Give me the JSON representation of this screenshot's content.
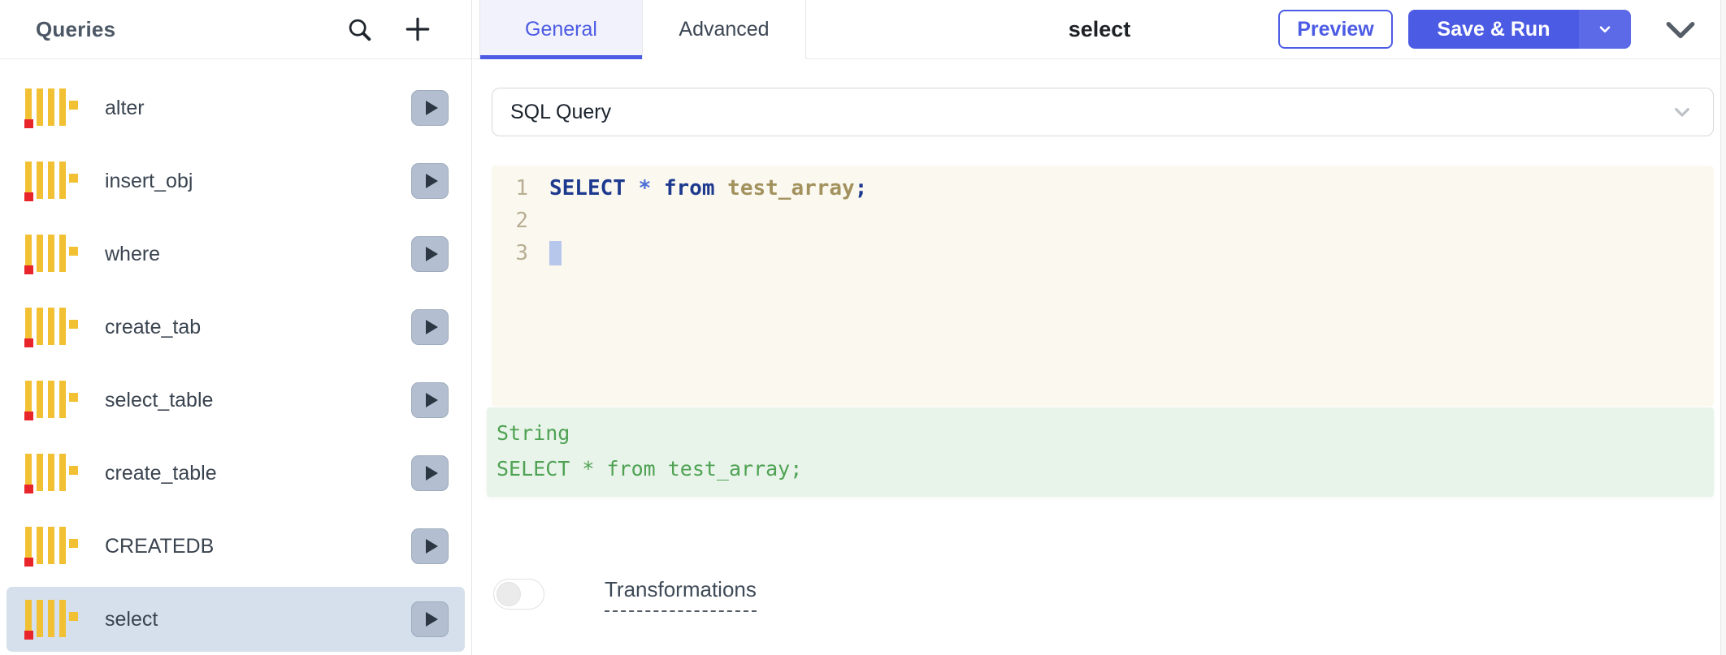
{
  "colors": {
    "accent": "#4c5be4",
    "selected_row_bg": "#d6e0ec",
    "editor_bg": "#faf8ef",
    "eval_bg": "#e8f4e9",
    "eval_text": "#4fa254",
    "icon_yellow": "#f1c133",
    "icon_red": "#e8252a",
    "syntax_keyword": "#1e3a8f",
    "syntax_operator": "#4a6fd6",
    "syntax_identifier": "#a3925e"
  },
  "sidebar": {
    "title": "Queries",
    "header_icons": [
      "search-icon",
      "plus-icon"
    ],
    "items": [
      {
        "label": "alter",
        "selected": false
      },
      {
        "label": "insert_obj",
        "selected": false
      },
      {
        "label": "where",
        "selected": false
      },
      {
        "label": "create_tab",
        "selected": false
      },
      {
        "label": "select_table",
        "selected": false
      },
      {
        "label": "create_table",
        "selected": false
      },
      {
        "label": "CREATEDB",
        "selected": false
      },
      {
        "label": "select",
        "selected": true
      }
    ],
    "row_action_icon": "play-icon"
  },
  "topbar": {
    "tabs": [
      {
        "label": "General",
        "active": true
      },
      {
        "label": "Advanced",
        "active": false
      }
    ],
    "query_title": "select",
    "preview_button": "Preview",
    "save_run_button": "Save & Run",
    "save_run_caret_icon": "chevron-down-icon",
    "collapse_icon": "chevron-down-icon"
  },
  "main": {
    "command_select": {
      "value": "SQL Query",
      "chevron_icon": "chevron-down-icon"
    },
    "code_editor": {
      "lines": [
        {
          "number": "1",
          "cursor": false,
          "tokens": [
            {
              "text": "SELECT",
              "type": "keyword"
            },
            {
              "text": " ",
              "type": "plain"
            },
            {
              "text": "*",
              "type": "operator"
            },
            {
              "text": " ",
              "type": "plain"
            },
            {
              "text": "from",
              "type": "keyword"
            },
            {
              "text": " ",
              "type": "plain"
            },
            {
              "text": "test_array",
              "type": "identifier"
            },
            {
              "text": ";",
              "type": "keyword"
            }
          ]
        },
        {
          "number": "2",
          "cursor": false,
          "tokens": []
        },
        {
          "number": "3",
          "cursor": true,
          "tokens": []
        }
      ]
    },
    "evaluated_popup": {
      "type_label": "String",
      "value": "SELECT * from test_array;"
    },
    "transformations": {
      "label": "Transformations",
      "enabled": false
    }
  }
}
